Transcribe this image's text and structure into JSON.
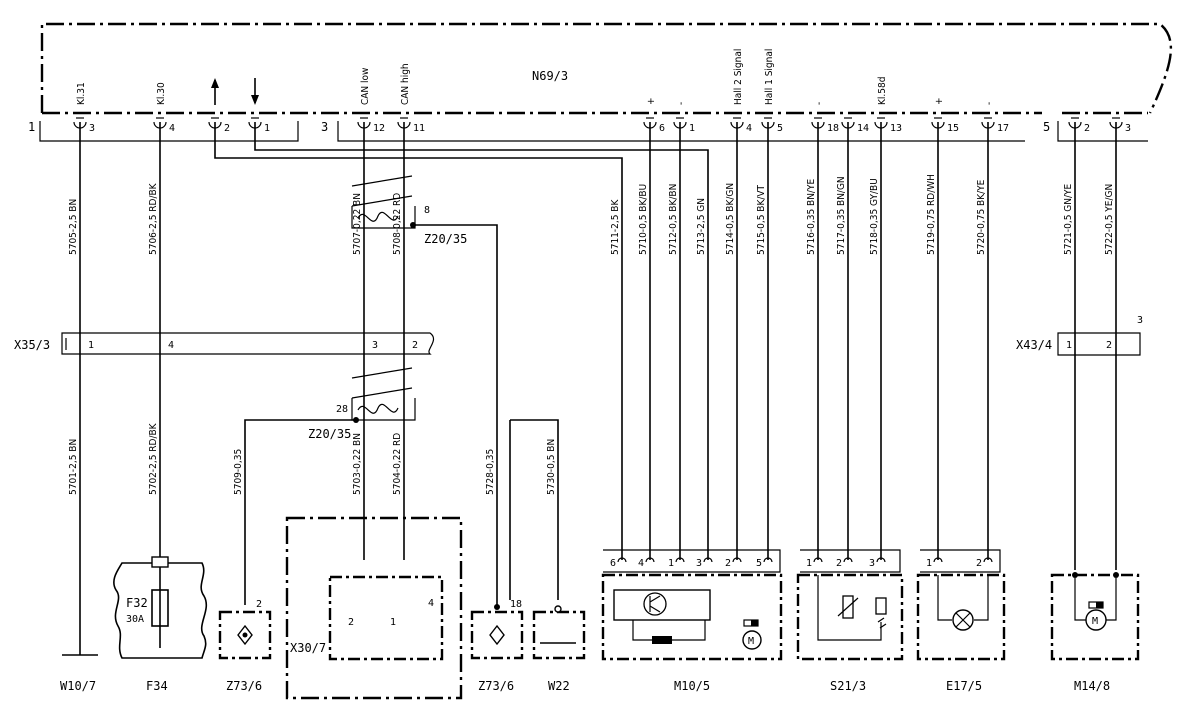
{
  "control_unit": {
    "name": "N69/3",
    "connector_groups": [
      "1",
      "3",
      "5"
    ]
  },
  "top_pins": [
    {
      "id": "p3",
      "pin": "3",
      "signal": "Kl.31"
    },
    {
      "id": "p4",
      "pin": "4",
      "signal": "Kl.30"
    },
    {
      "id": "pu",
      "pin": "2",
      "signal": ""
    },
    {
      "id": "pd",
      "pin": "1",
      "signal": ""
    },
    {
      "id": "p12",
      "pin": "12",
      "signal": "CAN low"
    },
    {
      "id": "p11",
      "pin": "11",
      "signal": "CAN high"
    },
    {
      "id": "p6",
      "pin": "6",
      "signal": "+"
    },
    {
      "id": "p1",
      "pin": "1",
      "signal": "-"
    },
    {
      "id": "p4b",
      "pin": "4",
      "signal": "Hall 2 Signal"
    },
    {
      "id": "p5",
      "pin": "5",
      "signal": "Hall 1 Signal"
    },
    {
      "id": "p18",
      "pin": "18",
      "signal": "-"
    },
    {
      "id": "p14",
      "pin": "14",
      "signal": ""
    },
    {
      "id": "p13",
      "pin": "13",
      "signal": "Kl.58d"
    },
    {
      "id": "p15",
      "pin": "15",
      "signal": "+"
    },
    {
      "id": "p17",
      "pin": "17",
      "signal": "-"
    },
    {
      "id": "p2r",
      "pin": "2",
      "signal": ""
    },
    {
      "id": "p3r",
      "pin": "3",
      "signal": ""
    }
  ],
  "wires_upper": [
    "5705-2,5 BN",
    "5706-2,5 RD/BK",
    "5707-0,22 BN",
    "5708-0,22 RD",
    "5711-2,5 BK",
    "5710-0,5 BK/BU",
    "5712-0,5 BK/BN",
    "5713-2,5 GN",
    "5714-0,5 BK/GN",
    "5715-0,5 BK/VT",
    "5716-0,35 BN/YE",
    "5717-0,35 BN/GN",
    "5718-0,35 GY/BU",
    "5719-0,75 RD/WH",
    "5720-0,75 BK/YE",
    "5721-0,5 GN/YE",
    "5722-0,5 YE/GN"
  ],
  "wires_lower": [
    "5701-2,5 BN",
    "5702-2,5 RD/BK",
    "5709-0,35",
    "5703-0,22 BN",
    "5704-0,22 RD",
    "5728-0,35",
    "5730-0,5 BN"
  ],
  "connectors": {
    "x35": {
      "name": "X35/3",
      "pins": [
        "1",
        "4",
        "3",
        "2"
      ]
    },
    "x43": {
      "name": "X43/4",
      "pins": [
        "1",
        "2"
      ],
      "number": "3"
    }
  },
  "splices": {
    "z20a": {
      "name": "Z20/35",
      "node": "8"
    },
    "z20b": {
      "name": "Z20/35",
      "node": "28"
    }
  },
  "components": {
    "w10": "W10/7",
    "f34": "F34",
    "fuse_id": "F32",
    "fuse_rating": "30A",
    "z73a": "Z73/6",
    "z73a_pin": "2",
    "x30": "X30/7",
    "x30_pins": [
      "2",
      "1"
    ],
    "x30_num": "4",
    "z73b": "Z73/6",
    "z73b_pin": "18",
    "w22": "W22",
    "m10": "M10/5",
    "m10_pins": [
      "6",
      "4",
      "1",
      "3",
      "2",
      "5"
    ],
    "s21": "S21/3",
    "s21_pins": [
      "1",
      "2",
      "3"
    ],
    "e17": "E17/5",
    "e17_pins": [
      "1",
      "2"
    ],
    "m14": "M14/8"
  },
  "icons": [
    "arrow-up-icon",
    "arrow-down-icon",
    "transistor-icon",
    "motor-icon",
    "resistor-icon",
    "led-icon",
    "lamp-icon",
    "ground-icon",
    "fuse-icon"
  ]
}
